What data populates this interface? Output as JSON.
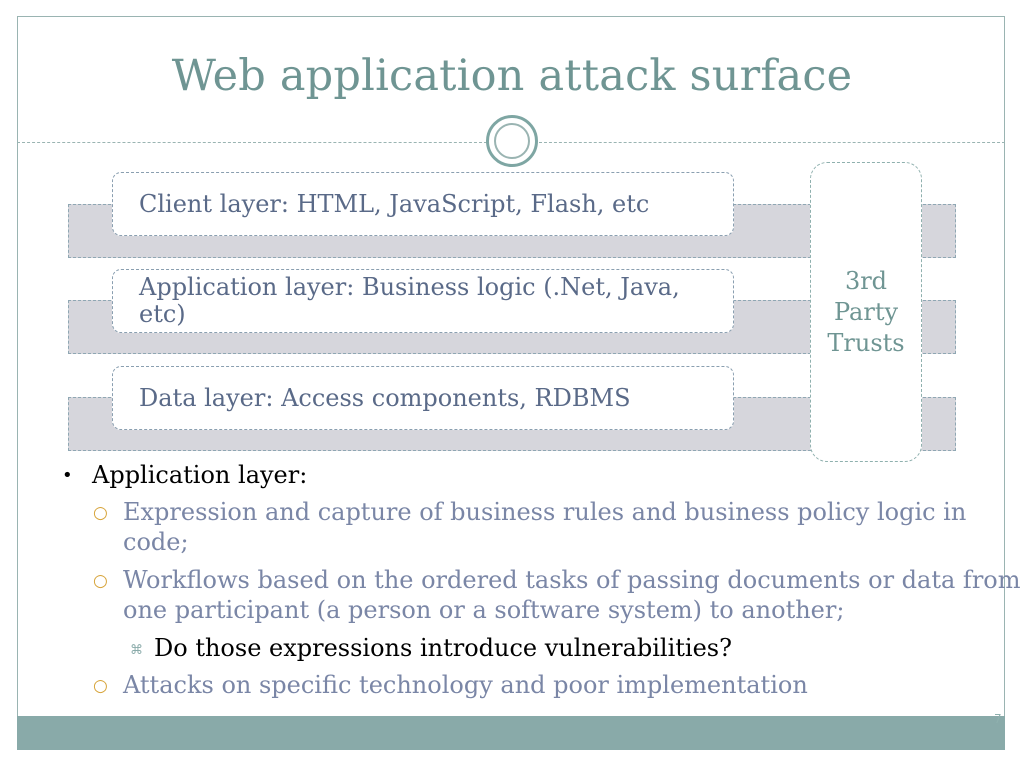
{
  "slide": {
    "title": "Web application attack surface",
    "page_number": "7"
  },
  "diagram": {
    "layers": [
      {
        "label": "Client layer: HTML, JavaScript, Flash, etc"
      },
      {
        "label": "Application layer: Business logic (.Net, Java, etc)"
      },
      {
        "label": "Data layer: Access components, RDBMS"
      }
    ],
    "trust_box": {
      "label": "3rd\nParty\nTrusts"
    }
  },
  "bullets": {
    "level1": {
      "marker": "•",
      "text": "Application layer:"
    },
    "level2_marker": "○",
    "level3_marker": "⌘",
    "items": [
      {
        "text_line1": "Expression and capture of business rules and business policy logic in",
        "text_line2": "code;"
      },
      {
        "text_line1": "Workflows based on the ordered tasks of passing documents or data from",
        "text_line2": "one participant (a person or a software system) to another;"
      },
      {
        "text_line1": "Do those expressions introduce vulnerabilities?"
      },
      {
        "text_line1": "Attacks on specific technology and poor implementation"
      }
    ]
  },
  "colors": {
    "title": "#6f9593",
    "accent_bar": "#89aaa9",
    "band": "#d6d6dc",
    "layer_text": "#5a6a88",
    "sub_bullet_text": "#7a86a6"
  }
}
